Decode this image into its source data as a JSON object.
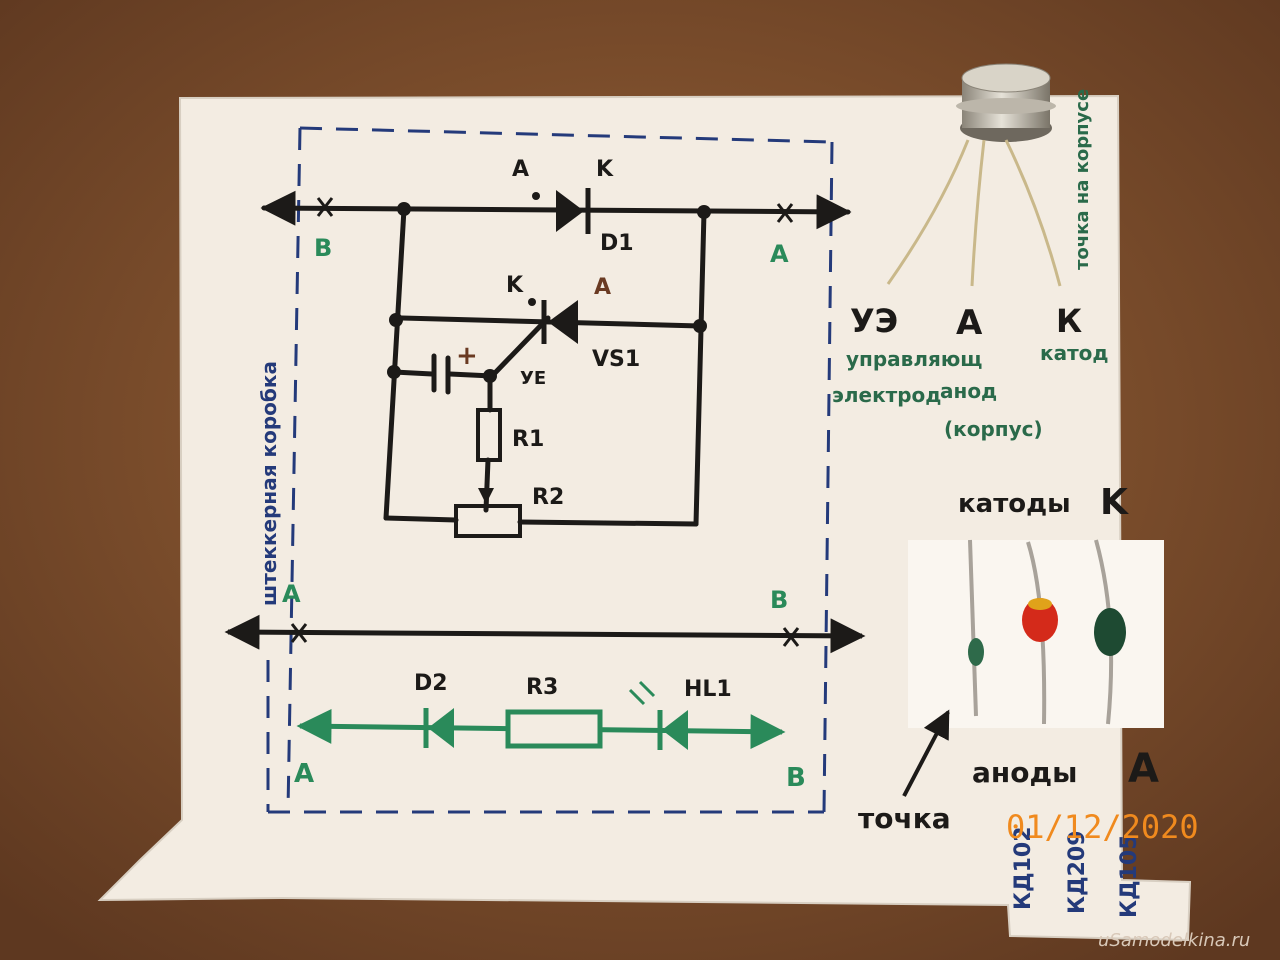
{
  "colors": {
    "background": "#7a4a2a",
    "paper": "#f3ece2",
    "ink_black": "#1c1a18",
    "ink_navy": "#243a7a",
    "ink_green": "#2a8a5a",
    "ink_brown": "#6a3a22",
    "date_orange": "#f08a1e"
  },
  "labels": {
    "top_a": "A",
    "top_k": "K",
    "d1": "D1",
    "left_b": "B",
    "right_a": "A",
    "thy_k": "K",
    "thy_a": "A",
    "plus": "+",
    "ue": "УЕ",
    "vs1": "VS1",
    "r1": "R1",
    "r2": "R2",
    "bottom_a": "A",
    "bottom_b": "B",
    "d2": "D2",
    "r3": "R3",
    "hl1": "HL1",
    "green_a": "A",
    "green_b": "B"
  },
  "vertical_notes": {
    "connector_box": "штеккерная коробка",
    "dot_on_case": "точка на корпусе"
  },
  "pins": {
    "ue": "УЭ",
    "a": "А",
    "k": "К",
    "control_line1": "управляющ",
    "control_line2": "электрод",
    "anode": "анод",
    "case": "(корпус)",
    "cathode": "катод"
  },
  "diodes_panel": {
    "cathodes": "катоды",
    "k": "K",
    "anodes": "аноды",
    "a": "A",
    "dot": "точка",
    "kd1": "КД102",
    "kd2": "КД209",
    "kd3": "КД105"
  },
  "date_stamp": "01/12/2020",
  "watermark": "uSamodelkina.ru"
}
